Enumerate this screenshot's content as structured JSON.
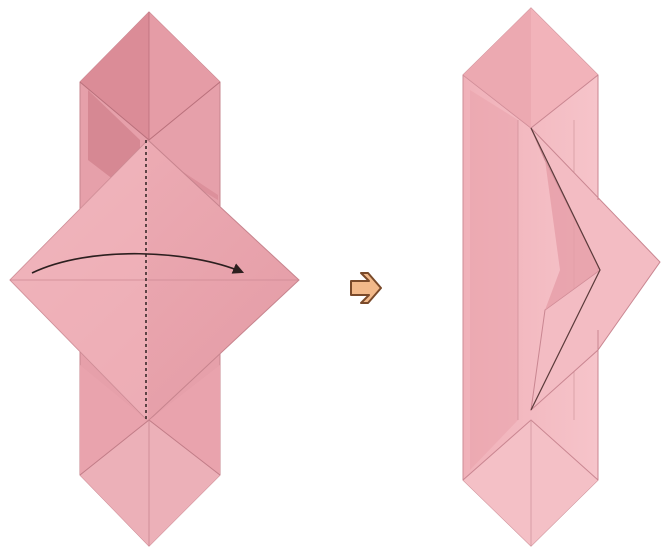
{
  "diagram": {
    "steps": [
      {
        "id": "before-fold",
        "paper_color": "#e8a3ac",
        "fold_line": "dashed",
        "fold_direction": "left-to-right"
      },
      {
        "id": "after-fold",
        "paper_color": "#f2b5bd"
      }
    ],
    "arrow": {
      "icon": "right-arrow-icon",
      "fill": "#f2b98a",
      "stroke": "#7a4a2a"
    },
    "colors": {
      "paper_light": "#f4c1c7",
      "paper_mid": "#eaa1ab",
      "paper_dark": "#cf7d89",
      "crease": "#b86a76",
      "fold_mark": "#3a2a2a"
    }
  }
}
